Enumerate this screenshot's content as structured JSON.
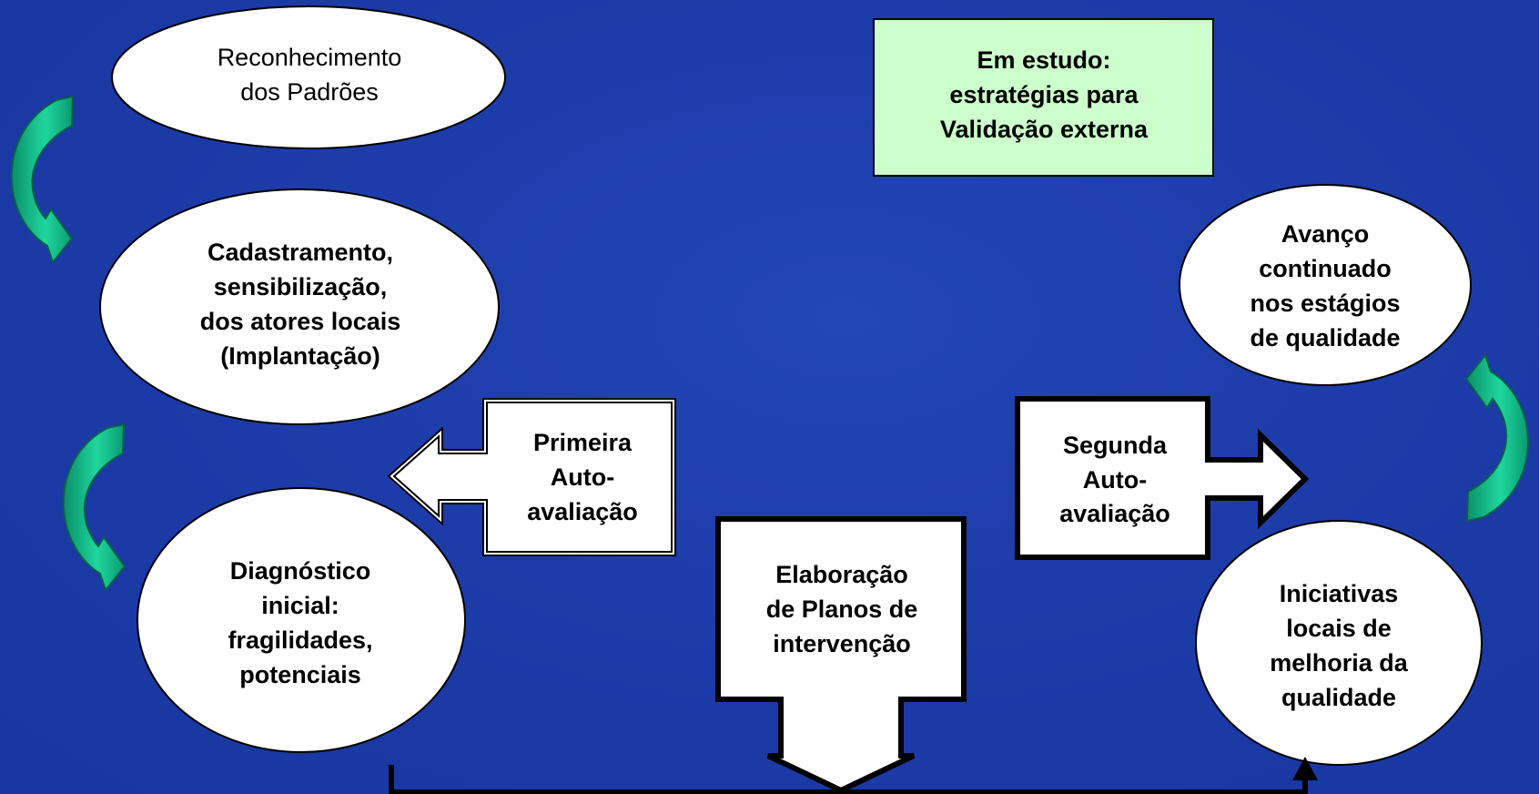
{
  "nodes": {
    "reconhecimento": "Reconhecimento\ndos Padrões",
    "cadastramento": "Cadastramento,\nsensibilização,\ndos atores locais\n(Implantação)",
    "diagnostico": "Diagnóstico\ninicial:\nfragilidades,\npotenciais",
    "primeira": "Primeira\nAuto-\navaliação",
    "elaboracao": "Elaboração\nde Planos de\nintervenção",
    "segunda": "Segunda\nAuto-\navaliação",
    "em_estudo": "Em estudo:\nestratégias para\nValidação externa",
    "avanco": "Avanço\ncontinuado\nnos estágios\nde qualidade",
    "iniciativas": "Iniciativas\nlocais de\nmelhoria da\nqualidade"
  },
  "colors": {
    "background": "#1b3aa8",
    "node_fill": "#ffffff",
    "study_fill": "#ccffcc",
    "curved_arrow": "#00c08a",
    "outline": "#000000"
  }
}
